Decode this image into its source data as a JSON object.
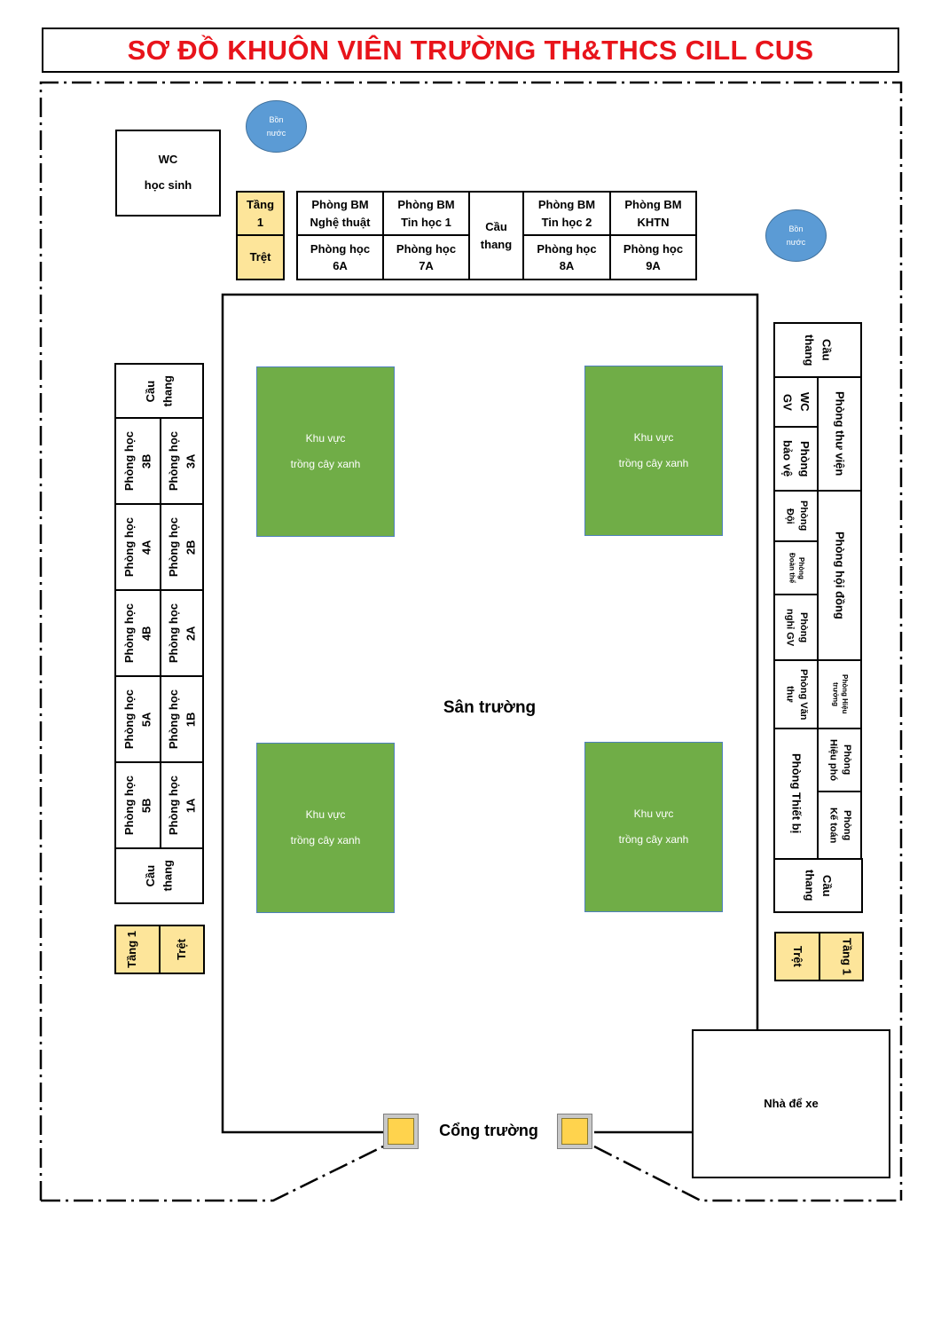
{
  "title": "SƠ ĐỒ KHUÔN VIÊN TRƯỜNG TH&THCS CILL CUS",
  "wc_students": {
    "line1": "WC",
    "line2": "học sinh"
  },
  "water_tank": {
    "line1": "Bồn",
    "line2": "nước"
  },
  "floors": {
    "upper": "Tầng 1",
    "ground": "Trệt"
  },
  "top_block": {
    "upper": [
      {
        "l1": "Phòng BM",
        "l2": "Nghệ thuật"
      },
      {
        "l1": "Phòng BM",
        "l2": "Tin học 1"
      },
      {
        "l1": "Phòng BM",
        "l2": "Tin học 2"
      },
      {
        "l1": "Phòng BM",
        "l2": "KHTN"
      }
    ],
    "lower": [
      {
        "l1": "Phòng học",
        "l2": "6A"
      },
      {
        "l1": "Phòng học",
        "l2": "7A"
      },
      {
        "l1": "Phòng học",
        "l2": "8A"
      },
      {
        "l1": "Phòng học",
        "l2": "9A"
      }
    ],
    "stairs": {
      "l1": "Cầu",
      "l2": "thang"
    }
  },
  "left_block": {
    "stairs": {
      "l1": "Cầu",
      "l2": "thang"
    },
    "rows": [
      {
        "outer": {
          "l1": "Phòng học",
          "l2": "3B"
        },
        "inner": {
          "l1": "Phòng học",
          "l2": "3A"
        }
      },
      {
        "outer": {
          "l1": "Phòng học",
          "l2": "4A"
        },
        "inner": {
          "l1": "Phòng học",
          "l2": "2B"
        }
      },
      {
        "outer": {
          "l1": "Phòng học",
          "l2": "4B"
        },
        "inner": {
          "l1": "Phòng học",
          "l2": "2A"
        }
      },
      {
        "outer": {
          "l1": "Phòng học",
          "l2": "5A"
        },
        "inner": {
          "l1": "Phòng học",
          "l2": "1B"
        }
      },
      {
        "outer": {
          "l1": "Phòng học",
          "l2": "5B"
        },
        "inner": {
          "l1": "Phòng học",
          "l2": "1A"
        }
      }
    ]
  },
  "right_block": {
    "stairs": {
      "l1": "Cầu",
      "l2": "thang"
    },
    "wc_teachers": {
      "l1": "WC",
      "l2": "GV"
    },
    "security": {
      "l1": "Phòng",
      "l2": "bảo vệ"
    },
    "library": "Phòng thư viện",
    "team_room": {
      "l1": "Phòng",
      "l2": "Đội"
    },
    "union_room": {
      "l1": "Phòng",
      "l2": "Đoàn thể"
    },
    "teacher_rest": {
      "l1": "Phòng",
      "l2": "nghỉ GV"
    },
    "council": "Phòng hội đồng",
    "clerk": {
      "l1": "Phòng Văn",
      "l2": "thư"
    },
    "principal": {
      "l1": "Phòng Hiệu",
      "l2": "trưởng"
    },
    "equipment": "Phòng Thiết bị",
    "vice_principal": {
      "l1": "Phòng",
      "l2": "Hiệu phó"
    },
    "accounting": {
      "l1": "Phòng",
      "l2": "Kế toán"
    }
  },
  "green_area": {
    "l1": "Khu vực",
    "l2": "trồng cây xanh"
  },
  "schoolyard": "Sân trường",
  "gate": "Cổng trường",
  "parking": "Nhà để xe",
  "colors": {
    "title": "#e8141b",
    "green": "#70ad47",
    "tank": "#5b9bd5",
    "floor": "#fde59a",
    "pillar": "#ffd34d"
  }
}
